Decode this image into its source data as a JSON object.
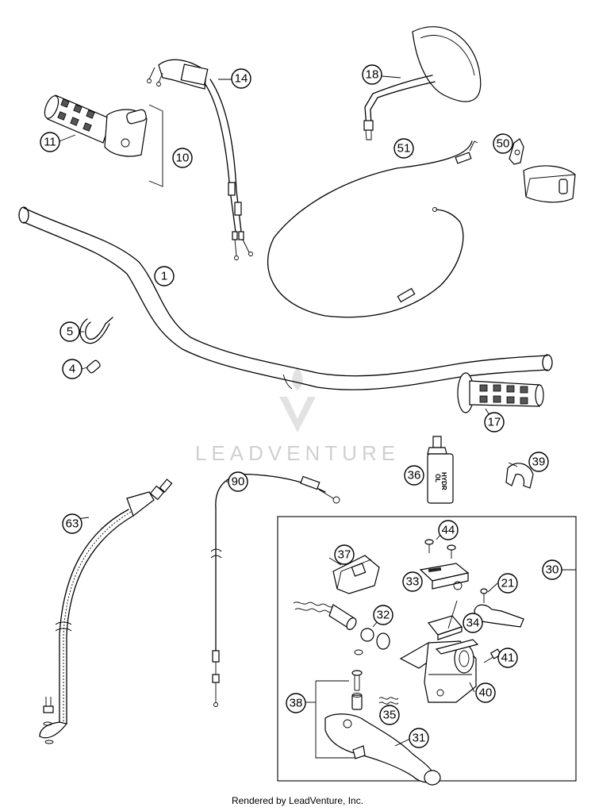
{
  "watermark": {
    "text": "LEADVENTURE"
  },
  "footer": {
    "text": "Rendered by LeadVenture, Inc."
  },
  "callouts": {
    "c1": "1",
    "c4": "4",
    "c5": "5",
    "c10": "10",
    "c11": "11",
    "c14": "14",
    "c17": "17",
    "c18": "18",
    "c21": "21",
    "c30": "30",
    "c31": "31",
    "c32": "32",
    "c33": "33",
    "c34": "34",
    "c35": "35",
    "c36": "36",
    "c37": "37",
    "c38": "38",
    "c39": "39",
    "c40": "40",
    "c41": "41",
    "c44": "44",
    "c50": "50",
    "c51": "51",
    "c63": "63",
    "c90": "90"
  },
  "bottle_label": {
    "line1": "HYDR",
    "line2": "ÖL"
  }
}
